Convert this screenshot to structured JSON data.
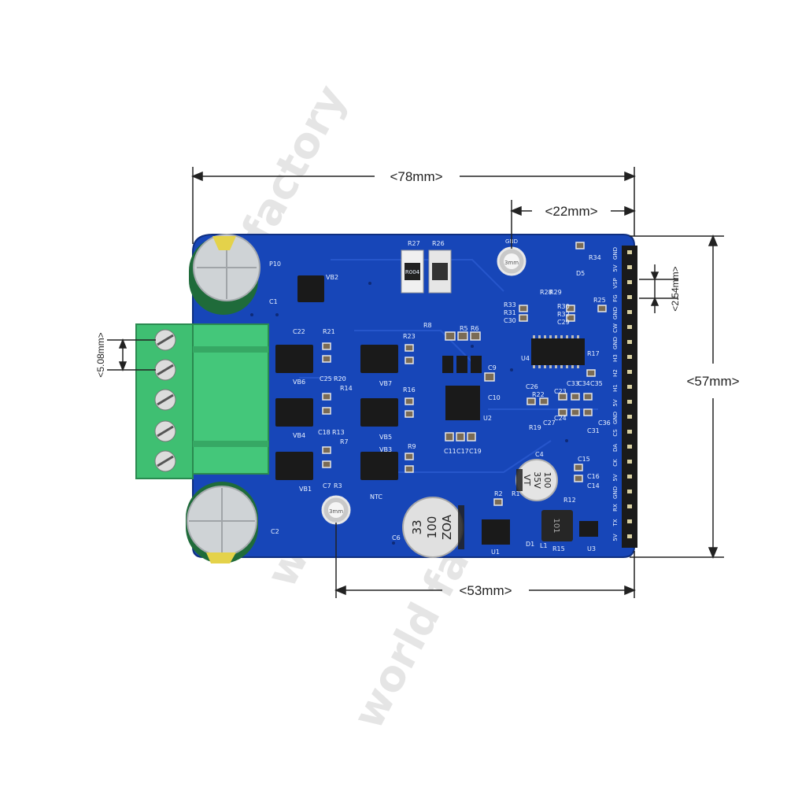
{
  "dimensions": {
    "width": "<78mm>",
    "header_offset": "<22mm>",
    "height": "<57mm>",
    "pin_pitch": "<2.54mm>",
    "terminal_pitch": "<5.08mm>",
    "hole_spacing": "<53mm>",
    "hole_label_left": "3mm",
    "hole_label_right": "3mm"
  },
  "watermark": "world factory",
  "silkscreen": {
    "gnd_hole": "GND",
    "resistor_r004": "R004",
    "refs": [
      "R27",
      "R26",
      "VB2",
      "C1",
      "P10",
      "C22",
      "R21",
      "VB6",
      "C25",
      "R20",
      "R14",
      "VB4",
      "C18",
      "R13",
      "R7",
      "VB1",
      "C7",
      "R3",
      "NTC",
      "R23",
      "VB7",
      "R16",
      "VB5",
      "VB3",
      "R9",
      "R8",
      "R5",
      "R6",
      "R33",
      "R31",
      "C30",
      "R28",
      "R29",
      "R30",
      "R32",
      "C29",
      "R25",
      "R34",
      "D5",
      "U4",
      "R17",
      "C9",
      "C10",
      "U2",
      "C26",
      "R22",
      "C23",
      "C24",
      "C33",
      "C34",
      "C35",
      "C36",
      "C31",
      "R19",
      "C27",
      "C11",
      "C17",
      "C19",
      "C4",
      "C15",
      "C16",
      "C14",
      "R12",
      "C6",
      "R1",
      "R2",
      "D1",
      "L1",
      "U1",
      "R15",
      "U3",
      "C2"
    ],
    "header_pins": [
      "GND",
      "5V",
      "VSP",
      "FG",
      "GND",
      "CW",
      "GND",
      "H3",
      "H2",
      "H1",
      "5V",
      "GND",
      "CS",
      "DA",
      "CK",
      "5V",
      "GND",
      "RX",
      "TX",
      "5V"
    ]
  },
  "capacitors": {
    "c4_top": "100",
    "c4_mid": "35V",
    "c4_bot": "VT",
    "c6_top": "33",
    "c6_mid": "100",
    "c6_bot": "ZOA"
  },
  "colors": {
    "pcb": "#1746b8",
    "terminal": "#3fbf72",
    "cap_sleeve": "#1f6b3a"
  }
}
